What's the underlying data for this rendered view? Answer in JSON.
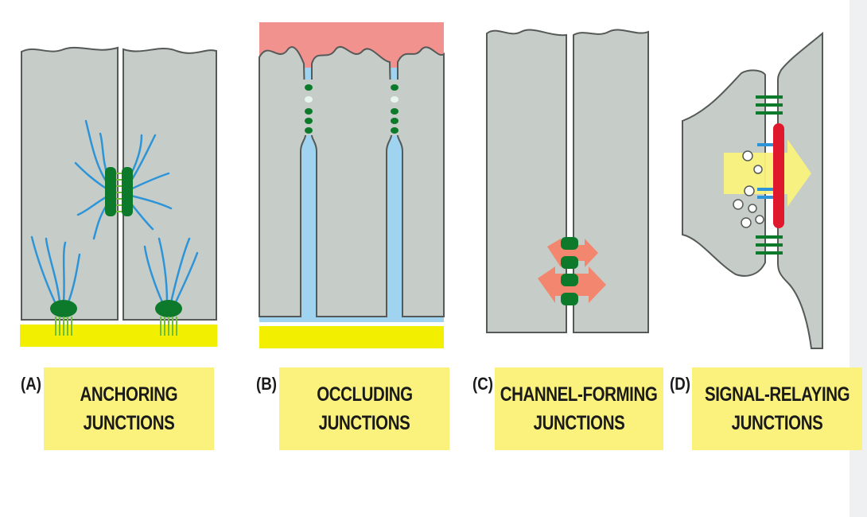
{
  "panels": [
    {
      "letter": "(A)",
      "line1": "ANCHORING",
      "line2": "JUNCTIONS"
    },
    {
      "letter": "(B)",
      "line1": "OCCLUDING",
      "line2": "JUNCTIONS"
    },
    {
      "letter": "(C)",
      "line1": "CHANNEL-FORMING",
      "line2": "JUNCTIONS"
    },
    {
      "letter": "(D)",
      "line1": "SIGNAL-RELAYING",
      "line2": "JUNCTIONS"
    }
  ],
  "colors": {
    "cell": "#c6cdc9",
    "outline": "#555a58",
    "membrane": "#f2ef00",
    "filament": "#2e94d8",
    "junction": "#0d7a2b",
    "lumen": "#f1928e",
    "space": "#9fd3ef",
    "arrow": "#f2866e",
    "signal": "#faf27d",
    "receptor": "#e0182d",
    "label": "#faf27d"
  }
}
